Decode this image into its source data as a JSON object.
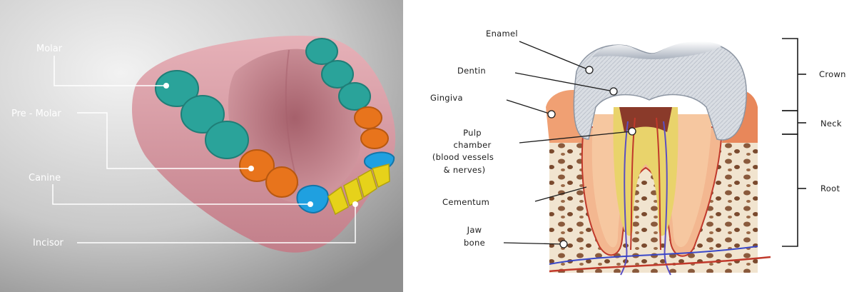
{
  "left_diagram": {
    "labels": {
      "molar": "Molar",
      "premolar": "Pre - Molar",
      "canine": "Canine",
      "incisor": "Incisor"
    },
    "colors": {
      "molar": "#2aa39a",
      "premolar": "#e8741c",
      "canine": "#1fa0e0",
      "incisor": "#e6d21a",
      "gum": "#d79aa3"
    }
  },
  "right_diagram": {
    "labels": {
      "enamel": "Enamel",
      "dentin": "Dentin",
      "gingiva": "Gingiva",
      "pulp_line1": "Pulp",
      "pulp_line2": "chamber",
      "pulp_line3": "(blood vessels",
      "pulp_line4": "& nerves)",
      "cementum": "Cementum",
      "jaw_line1": "Jaw",
      "jaw_line2": "bone"
    },
    "regions": {
      "crown": "Crown",
      "neck": "Neck",
      "root": "Root"
    }
  }
}
